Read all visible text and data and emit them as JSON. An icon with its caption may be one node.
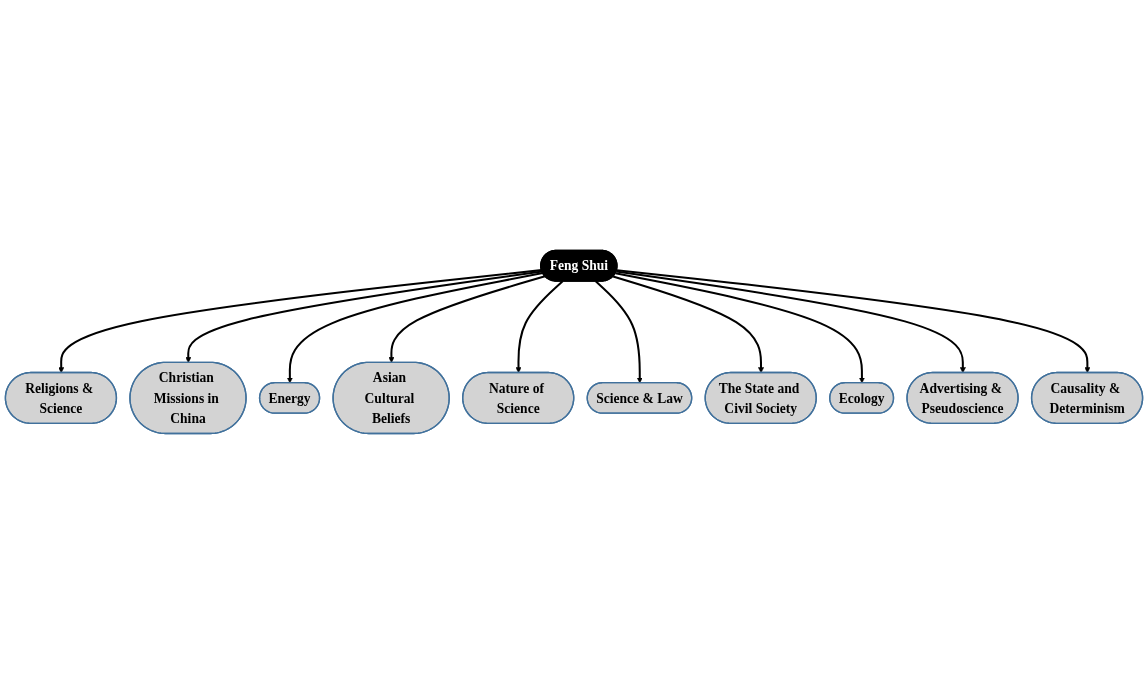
{
  "diagram": {
    "nodes": [
      {
        "text": [
          "Religions & Science"
        ]
      },
      {
        "text": [
          "Christian Missions in China"
        ]
      },
      {
        "text": [
          "Energy"
        ]
      },
      {
        "text": [
          "Asian Cultural Beliefs"
        ]
      },
      {
        "text": [
          "Nature of Science"
        ]
      },
      {
        "text": [
          "Feng Shui"
        ]
      },
      {
        "text": [
          "Science & Law"
        ]
      },
      {
        "text": [
          "The State and Civil Society"
        ]
      },
      {
        "text": [
          "Ecology"
        ]
      },
      {
        "text": [
          "Advertising & Pseudoscience"
        ]
      },
      {
        "text": [
          "Causality & Determinism"
        ]
      }
    ],
    "edges": [
      {
        "from": 5,
        "to": 0,
        "arrow": "to"
      },
      {
        "from": 5,
        "to": 1,
        "arrow": "to"
      },
      {
        "from": 5,
        "to": 2,
        "arrow": "to"
      },
      {
        "from": 5,
        "to": 3,
        "arrow": "to"
      },
      {
        "from": 5,
        "to": 4,
        "arrow": "to"
      },
      {
        "from": 5,
        "to": 6,
        "arrow": "to"
      },
      {
        "from": 5,
        "to": 7,
        "arrow": "to"
      },
      {
        "from": 5,
        "to": 8,
        "arrow": "to"
      },
      {
        "from": 5,
        "to": 9,
        "arrow": "to"
      },
      {
        "from": 5,
        "to": 10,
        "arrow": "to"
      }
    ]
  }
}
